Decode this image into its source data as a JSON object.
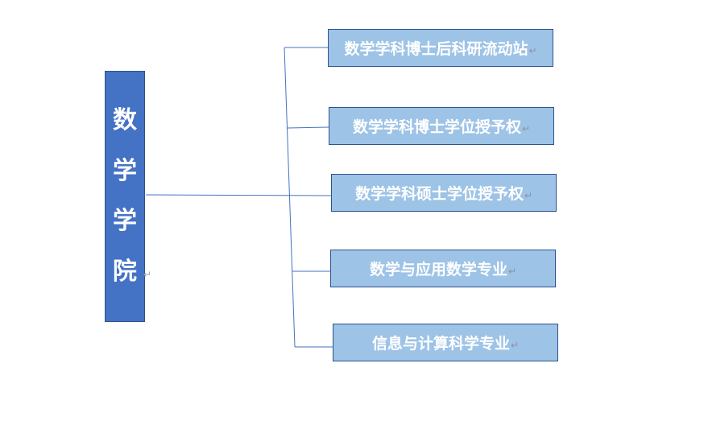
{
  "colors": {
    "root_fill": "#4472c4",
    "child_fill": "#9dc3e6",
    "border": "#2f528f",
    "connector": "#4472c4",
    "text": "#ffffff",
    "mark": "#8a93a3"
  },
  "root": {
    "chars": [
      "数",
      "学",
      "学",
      "院"
    ]
  },
  "children": [
    {
      "label": "数学学科博士后科研流动站"
    },
    {
      "label": "数学学科博士学位授予权"
    },
    {
      "label": "数学学科硕士学位授予权"
    },
    {
      "label": "数学与应用数学专业"
    },
    {
      "label": "信息与计算科学专业"
    }
  ],
  "paragraph_mark": "↵"
}
